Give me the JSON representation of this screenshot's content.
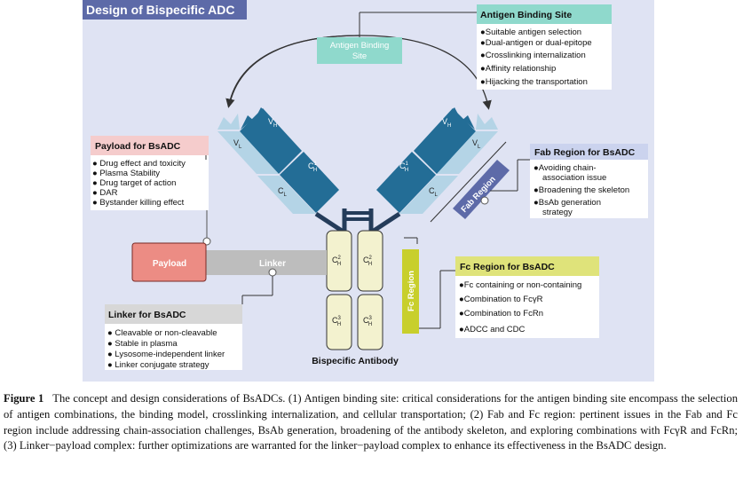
{
  "diagram": {
    "title": "Design of Bispecific ADC",
    "center_label": [
      "Antigen Binding",
      "Site"
    ],
    "antigen_binding_site": {
      "title": "Antigen Binding Site",
      "items": [
        "Suitable antigen selection",
        "Dual-antigen or dual-epitope",
        "Crosslinking internalization",
        "Affinity relationship",
        "Hijacking the transportation"
      ]
    },
    "payload": {
      "title": "Payload for BsADC",
      "items": [
        "Drug effect and toxicity",
        "Plasma Stability",
        "Drug target of action",
        "DAR",
        "Bystander killing effect"
      ]
    },
    "fab_region": {
      "title": "Fab Region for BsADC",
      "items": [
        "Avoiding chain-association issue",
        "Broadening the skeleton",
        "BsAb generation strategy"
      ],
      "item_lines": [
        [
          "Avoiding chain-",
          "association issue"
        ],
        [
          "Broadening the skeleton"
        ],
        [
          "BsAb generation",
          "strategy"
        ]
      ],
      "bar_label": "Fab Region"
    },
    "fc_region": {
      "title": "Fc Region for BsADC",
      "items": [
        "Fc containing or non-containing",
        "Combination to FcγR",
        "Combination to FcRn",
        "ADCC and CDC"
      ],
      "bar_label": "Fc Region"
    },
    "linker": {
      "title": "Linker for BsADC",
      "items": [
        "Cleavable or non-cleavable",
        "Stable in plasma",
        "Lysosome-independent linker",
        "Linker conjugate strategy"
      ]
    },
    "payload_box": "Payload",
    "linker_bar": "Linker",
    "antibody_label": "Bispecific Antibody",
    "domains": {
      "vh_main": "V",
      "vh_sub": "H",
      "vl_main": "V",
      "vl_sub": "L",
      "ch1_main": "C",
      "ch1_sub": "H",
      "ch1_sup": "1",
      "cl_main": "C",
      "cl_sub": "L",
      "ch2_main": "C",
      "ch2_sub": "H",
      "ch2_sup": "2",
      "ch3_main": "C",
      "ch3_sub": "H",
      "ch3_sup": "3"
    }
  },
  "caption": {
    "label": "Figure 1",
    "text": "The concept and design considerations of BsADCs. (1) Antigen binding site: critical considerations for the antigen binding site encompass the selection of antigen combinations, the binding model, crosslinking internalization, and cellular transportation; (2) Fab and Fc region: pertinent issues in the Fab and Fc region include addressing chain-association challenges, BsAb generation, broadening of the antibody skeleton, and exploring combinations with FcγR and FcRn; (3) Linker−payload complex: further optimizations are warranted for the linker−payload complex to enhance its effectiveness in the BsADC design."
  },
  "colors": {
    "background": "#dfe3f3",
    "title_bg": "#5d6aa8",
    "teal_box": "#8fd9cc",
    "vh_dark": "#236d96",
    "vl_light": "#b4d4e6",
    "fc_domain": "#f3f2cf",
    "payload_red": "#ec8c84",
    "linker_gray": "#bdbdbd",
    "fab_bar": "#5d6aa8",
    "fc_bar": "#c8cf2c",
    "payload_title": "#f5cccc",
    "fab_title": "#cbd3ee",
    "fc_title": "#dfe37a",
    "linker_title": "#d7d7d7"
  }
}
